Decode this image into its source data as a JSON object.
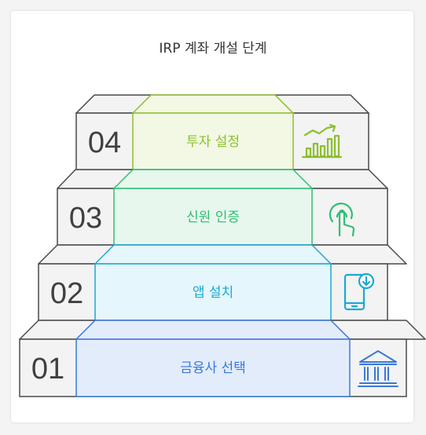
{
  "title": "IRP 계좌 개설 단계",
  "steps": [
    {
      "number": "01",
      "label": "금융사 선택",
      "icon": "bank-icon",
      "accent": "#3b78d8",
      "fill": "#e3ecfb"
    },
    {
      "number": "02",
      "label": "앱 설치",
      "icon": "mobile-download-icon",
      "accent": "#1ba8d5",
      "fill": "#e5f6fc"
    },
    {
      "number": "03",
      "label": "신원 인증",
      "icon": "touch-icon",
      "accent": "#2fbf71",
      "fill": "#e7f7ee"
    },
    {
      "number": "04",
      "label": "투자 설정",
      "icon": "growth-chart-icon",
      "accent": "#8cbf2e",
      "fill": "#f2f8e3"
    }
  ],
  "colors": {
    "stair_fill": "#f3f3f3",
    "stair_stroke": "#4a4a4a"
  }
}
